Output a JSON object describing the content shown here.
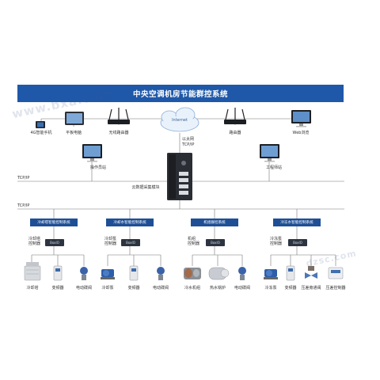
{
  "title": "中央空调机房节能群控系统",
  "watermark": "www.bxa.com",
  "watermark2": "dzsc.com",
  "internet": "Internet",
  "devices_top": {
    "phone": "4G智能手机",
    "tablet": "平板电脑",
    "router_wireless": "无线路由器",
    "router": "路由器",
    "web": "Web浏览",
    "ethernet": "以太网",
    "tcpip": "TCP/IP",
    "operator": "操作员站",
    "engineer": "工程师站",
    "collector": "云数据采集模块"
  },
  "bus_labels": {
    "bus1": "TCP/IP",
    "bus2": "TCP/IP"
  },
  "subsystems": [
    {
      "title": "冷却塔智能控制系统",
      "group": "冷却塔\n控制器",
      "ctrl": "BoxIO",
      "items": [
        "冷却塔",
        "变频器",
        "电动碟阀"
      ]
    },
    {
      "title": "冷却水智能控制系统",
      "group": "冷却泵\n控制器",
      "ctrl": "BoxIO",
      "items": [
        "冷却泵",
        "变频器",
        "电动碟阀"
      ]
    },
    {
      "title": "机组群控系统",
      "group": "机组\n控制器",
      "ctrl": "BoxIO",
      "items": [
        "冷水机组",
        "热水锅炉",
        "电动碟阀"
      ]
    },
    {
      "title": "冷冻水智能控制系统",
      "group": "冷冻泵\n控制器",
      "ctrl": "BoxIO",
      "items": [
        "冷冻泵",
        "变频器",
        "压差旁通阀",
        "压差控制器"
      ]
    }
  ],
  "colors": {
    "title_bg": "#1f58a8",
    "sub_bg": "#1e4f96",
    "line": "#777777",
    "ctrl_bg": "#2c3440"
  }
}
